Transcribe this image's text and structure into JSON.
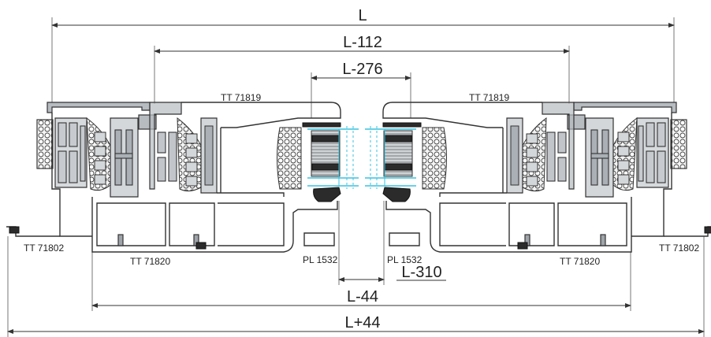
{
  "dimensions": {
    "overall": "L",
    "sash_width": "L-112",
    "glass_gap": "L-276",
    "meeting_gap": "L-310",
    "track_inner": "L-44",
    "track_outer": "L+44"
  },
  "profiles": {
    "top_left": "TT 71819",
    "top_right": "TT 71819",
    "side_left": "TT 71802",
    "side_right": "TT 71802",
    "bottom_left": "TT 71820",
    "bottom_right": "TT 71820",
    "meeting_left": "PL 1532",
    "meeting_right": "PL 1532"
  },
  "colors": {
    "profile": "#b7bcc1",
    "glass": "#39c3e0",
    "gasket": "#2b2b2b"
  }
}
